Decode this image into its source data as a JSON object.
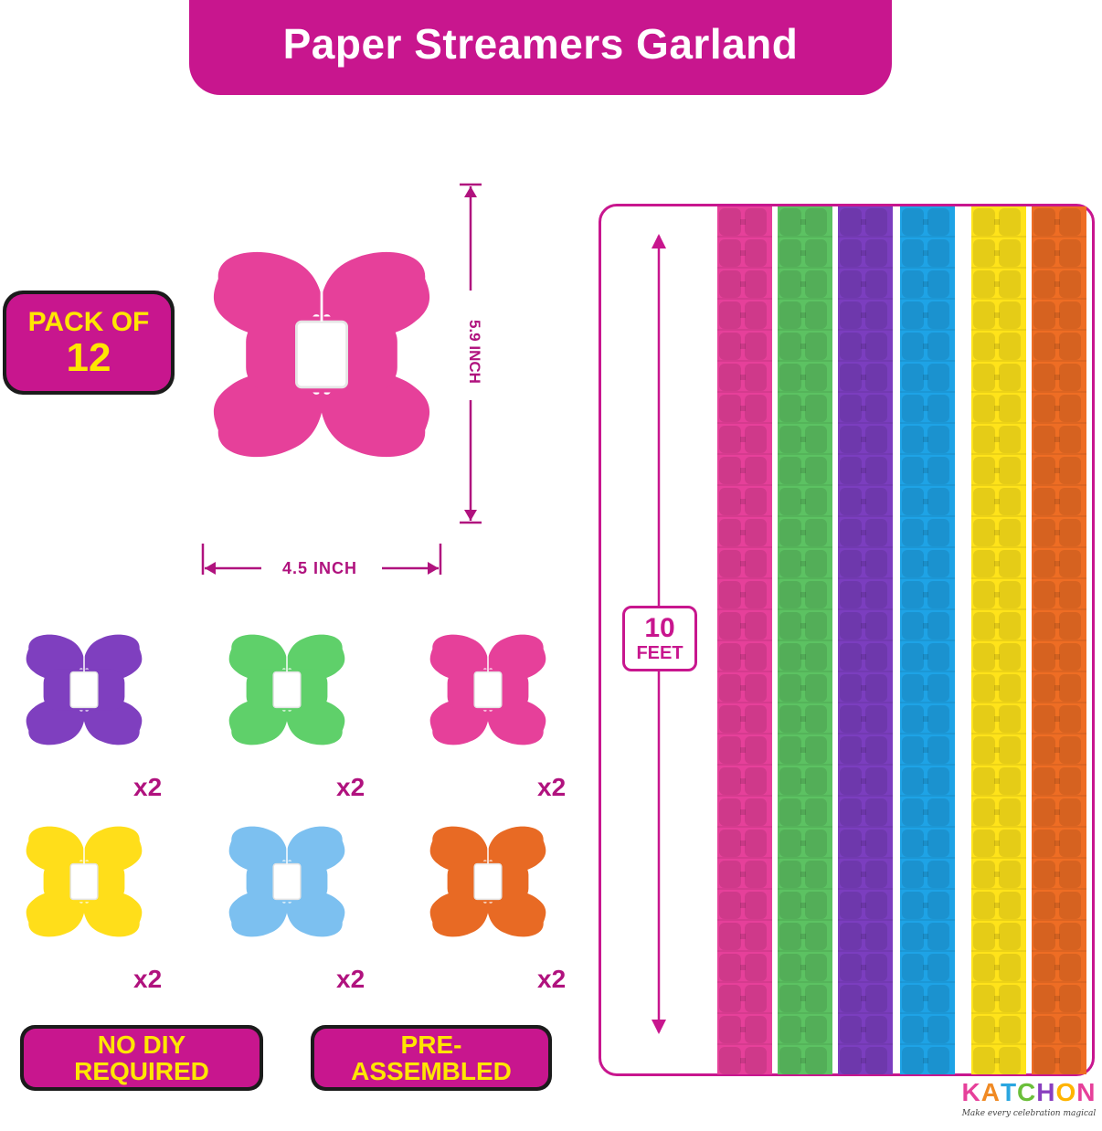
{
  "banner": {
    "title": "Paper Streamers Garland"
  },
  "pack_badge": {
    "line1": "PACK OF",
    "line2": "12"
  },
  "dimensions": {
    "height_label": "5.9 INCH",
    "width_label": "4.5 INCH"
  },
  "main_piece": {
    "color": "#e6409a",
    "icon": "clover-garland-piece"
  },
  "pieces": [
    {
      "color": "#7f3fbf",
      "count": "x2"
    },
    {
      "color": "#5fd06a",
      "count": "x2"
    },
    {
      "color": "#e6409a",
      "count": "x2"
    },
    {
      "color": "#ffde1a",
      "count": "x2"
    },
    {
      "color": "#7cc0f0",
      "count": "x2"
    },
    {
      "color": "#e86a24",
      "count": "x2"
    }
  ],
  "badges": {
    "no_diy": {
      "line1": "NO DIY",
      "line2": "REQUIRED"
    },
    "pre_assembled": {
      "line1": "PRE-",
      "line2": "ASSEMBLED"
    }
  },
  "length": {
    "value": "10",
    "unit": "FEET"
  },
  "strips": {
    "colors": [
      "#e6409a",
      "#5cc262",
      "#7b3ebf",
      "#1ea3e6",
      "#ffe31a",
      "#ee6d24"
    ]
  },
  "brand": {
    "name": "KATCHON",
    "letter_colors": [
      "#e6409a",
      "#f08a24",
      "#2aa6e0",
      "#6bbf3a",
      "#8a3fbf",
      "#ffb400",
      "#e6409a"
    ],
    "tagline": "Make every celebration magical"
  },
  "colors": {
    "accent": "#c8168e",
    "badge_text": "#ffe600",
    "dimension": "#b0127e"
  }
}
